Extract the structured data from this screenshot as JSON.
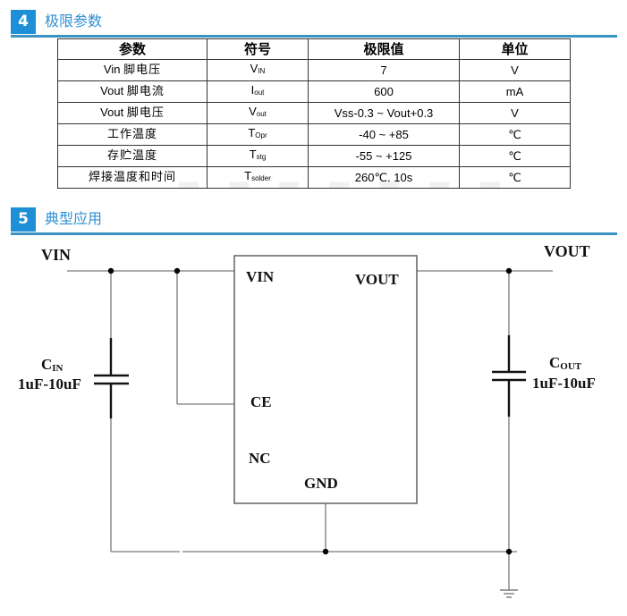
{
  "colors": {
    "accent": "#1e8fd6",
    "rule": "#3a93c3",
    "title_text": "#2f8fd2",
    "wire": "#7a7a7a",
    "table_border": "#333333"
  },
  "sections": {
    "limits": {
      "number": "4",
      "title": "极限参数"
    },
    "application": {
      "number": "5",
      "title": "典型应用"
    }
  },
  "limits_table": {
    "headers": [
      "参数",
      "符号",
      "极限值",
      "单位"
    ],
    "rows": [
      {
        "param_prefix": "Vin",
        "param_cjk": "脚电压",
        "sym_main": "V",
        "sym_sub": "IN",
        "value": "7",
        "unit": "V"
      },
      {
        "param_prefix": "Vout",
        "param_cjk": "脚电流",
        "sym_main": "I",
        "sym_sub": "out",
        "value": "600",
        "unit": "mA"
      },
      {
        "param_prefix": "Vout",
        "param_cjk": "脚电压",
        "sym_main": "V",
        "sym_sub": "out",
        "value": "Vss-0.3 ~ Vout+0.3",
        "unit": "V"
      },
      {
        "param_prefix": "",
        "param_cjk": "工作温度",
        "sym_main": "T",
        "sym_sub": "Opr",
        "value": "-40 ~ +85",
        "unit": "℃"
      },
      {
        "param_prefix": "",
        "param_cjk": "存贮温度",
        "sym_main": "T",
        "sym_sub": "stg",
        "value": "-55 ~ +125",
        "unit": "℃"
      },
      {
        "param_prefix": "",
        "param_cjk": "焊接温度和时间",
        "sym_main": "T",
        "sym_sub": "solder",
        "value": "260℃, 10s",
        "unit": "℃"
      }
    ]
  },
  "schematic": {
    "net_vin": "VIN",
    "net_vout": "VOUT",
    "ic_pins": {
      "vin": "VIN",
      "vout": "VOUT",
      "ce": "CE",
      "nc": "NC",
      "gnd": "GND"
    },
    "cin": {
      "name_main": "C",
      "name_sub": "IN",
      "value": "1uF-10uF"
    },
    "cout": {
      "name_main": "C",
      "name_sub": "OUT",
      "value": "1uF-10uF"
    }
  }
}
